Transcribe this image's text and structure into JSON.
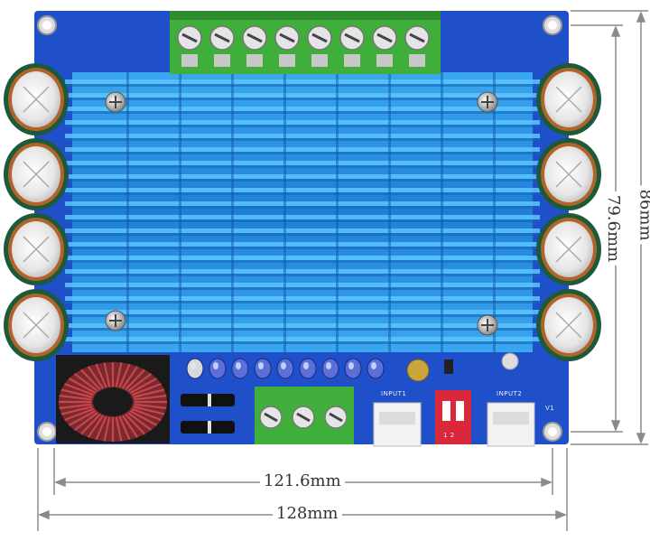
{
  "dimensions": {
    "inner_width": "121.6mm",
    "outer_width": "128mm",
    "inner_height": "79.6mm",
    "outer_height": "86mm"
  },
  "silkscreen": {
    "input1": "INPUT1",
    "input2": "INPUT2",
    "v1": "V1",
    "dip_labels": "1  2"
  },
  "colors": {
    "pcb": "#1f4fc9",
    "heatsink": "#2b8fe0",
    "heatsink_fin": "#5cc4ff",
    "terminal": "#3fae3a",
    "capacitor": "#1d5a3a",
    "capacitor_ring": "#b0642a",
    "dip_switch": "#d8283a",
    "toroid_wire": "#b5323a",
    "dimension_line": "#8a8a8a"
  }
}
